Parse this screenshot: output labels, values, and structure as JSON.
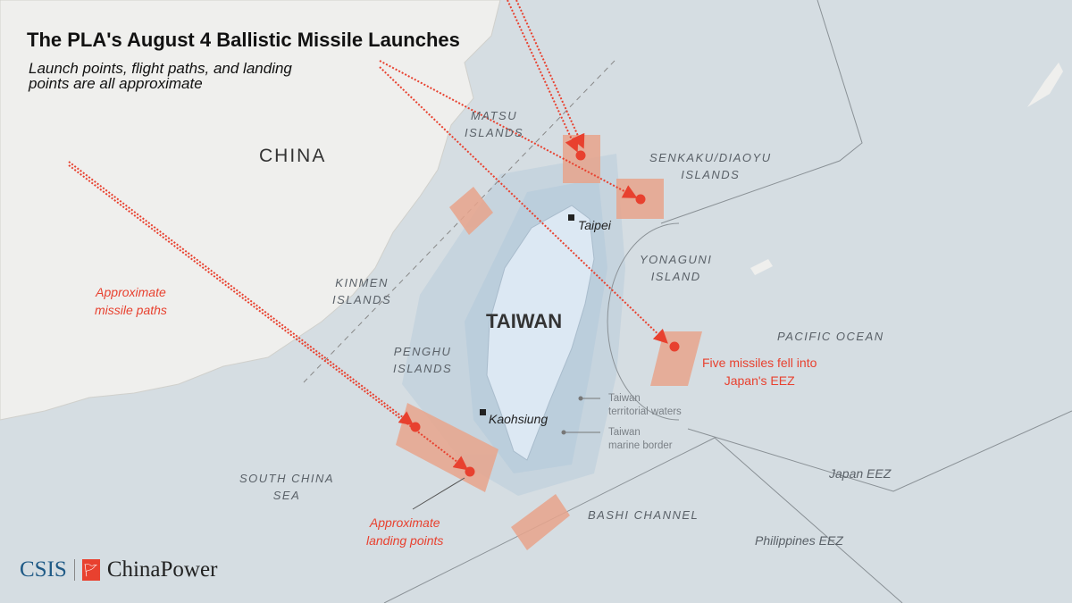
{
  "title": "The PLA's August 4 Ballistic Missile Launches",
  "subtitle": [
    "Launch points, flight paths, and landing",
    "points are all approximate"
  ],
  "labels": {
    "china": "CHINA",
    "taiwan": "TAIWAN",
    "matsu": [
      "MATSU",
      "ISLANDS"
    ],
    "kinmen": [
      "KINMEN",
      "ISLANDS"
    ],
    "penghu": [
      "PENGHU",
      "ISLANDS"
    ],
    "senkaku": [
      "SENKAKU/DIAOYU",
      "ISLANDS"
    ],
    "yonaguni": [
      "YONAGUNI",
      "ISLAND"
    ],
    "pacific": "PACIFIC OCEAN",
    "scs": [
      "SOUTH CHINA",
      "SEA"
    ],
    "bashi": "BASHI CHANNEL",
    "japan_eez": "Japan EEZ",
    "phil_eez": "Philippines EEZ",
    "taipei": "Taipei",
    "kaohsiung": "Kaohsiung"
  },
  "annotations": {
    "paths": [
      "Approximate",
      "missile paths"
    ],
    "landing": [
      "Approximate",
      "landing points"
    ],
    "japan": [
      "Five missiles fell into",
      "Japan's EEZ"
    ],
    "territorial": [
      "Taiwan",
      "territorial waters"
    ],
    "marine": [
      "Taiwan",
      "marine border"
    ]
  },
  "logo": {
    "csis": "CSIS",
    "chinapower": "ChinaPower"
  },
  "colors": {
    "sea": "#d5dde2",
    "land": "#efefed",
    "missile": "#e8412f",
    "zone": "#e8a48c"
  }
}
